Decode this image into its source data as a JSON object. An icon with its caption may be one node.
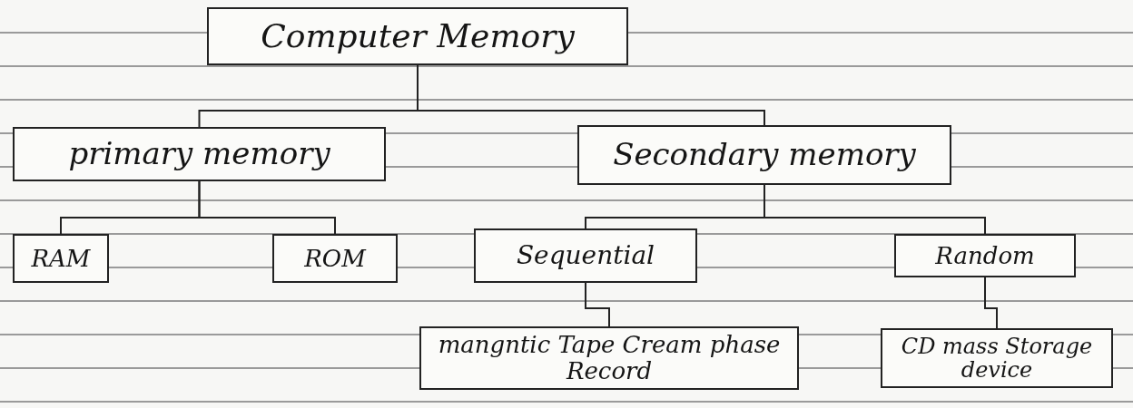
{
  "diagram": {
    "nodes": [
      {
        "text": [
          "Computer Memory"
        ]
      },
      {
        "text": [
          "primary memory"
        ]
      },
      {
        "text": [
          "Secondary memory"
        ]
      },
      {
        "text": [
          "RAM"
        ]
      },
      {
        "text": [
          "ROM"
        ]
      },
      {
        "text": [
          "Sequential"
        ]
      },
      {
        "text": [
          "Random"
        ]
      },
      {
        "text": [
          "mangntic Tape Cream phase Record"
        ]
      },
      {
        "text": [
          "CD mass Storage device"
        ]
      }
    ],
    "edges": [
      {
        "from": 0,
        "to": 1,
        "arrow": "none"
      },
      {
        "from": 0,
        "to": 2,
        "arrow": "none"
      },
      {
        "from": 1,
        "to": 3,
        "arrow": "none"
      },
      {
        "from": 1,
        "to": 4,
        "arrow": "none"
      },
      {
        "from": 2,
        "to": 5,
        "arrow": "none"
      },
      {
        "from": 2,
        "to": 6,
        "arrow": "none"
      },
      {
        "from": 5,
        "to": 7,
        "arrow": "none"
      },
      {
        "from": 6,
        "to": 8,
        "arrow": "none"
      }
    ]
  }
}
